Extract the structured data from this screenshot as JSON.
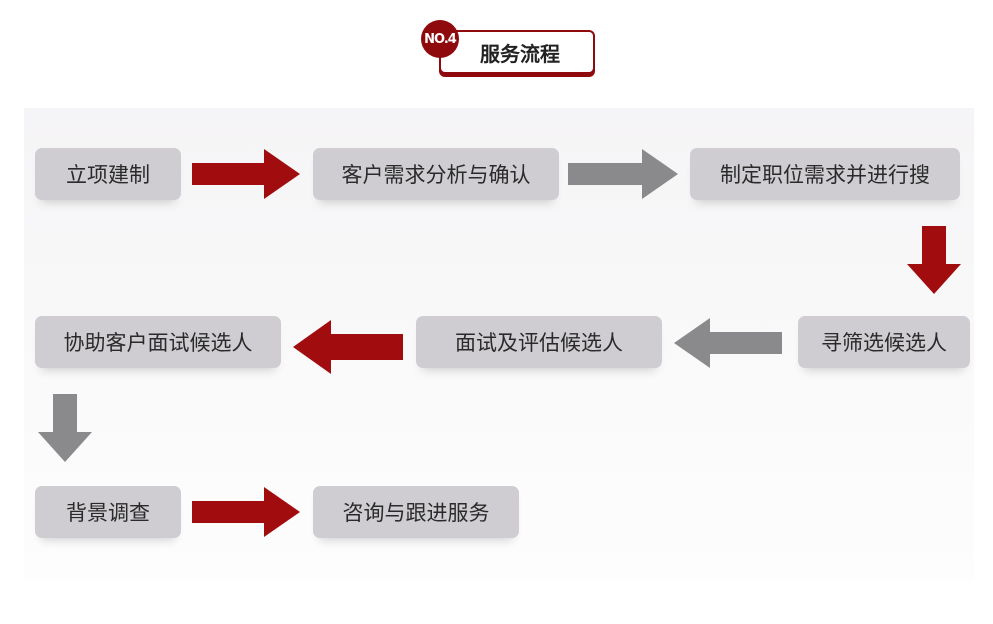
{
  "header": {
    "badge": "NO.4",
    "title": "服务流程"
  },
  "steps": [
    {
      "label": "立项建制"
    },
    {
      "label": "客户需求分析与确认"
    },
    {
      "label": "制定职位需求并进行搜"
    },
    {
      "label": "寻筛选候选人"
    },
    {
      "label": "面试及评估候选人"
    },
    {
      "label": "协助客户面试候选人"
    },
    {
      "label": "背景调查"
    },
    {
      "label": "咨询与跟进服务"
    }
  ],
  "colors": {
    "red_arrow": "#a10c0e",
    "gray_arrow": "#8a898b",
    "accent": "#8e0a0c"
  }
}
